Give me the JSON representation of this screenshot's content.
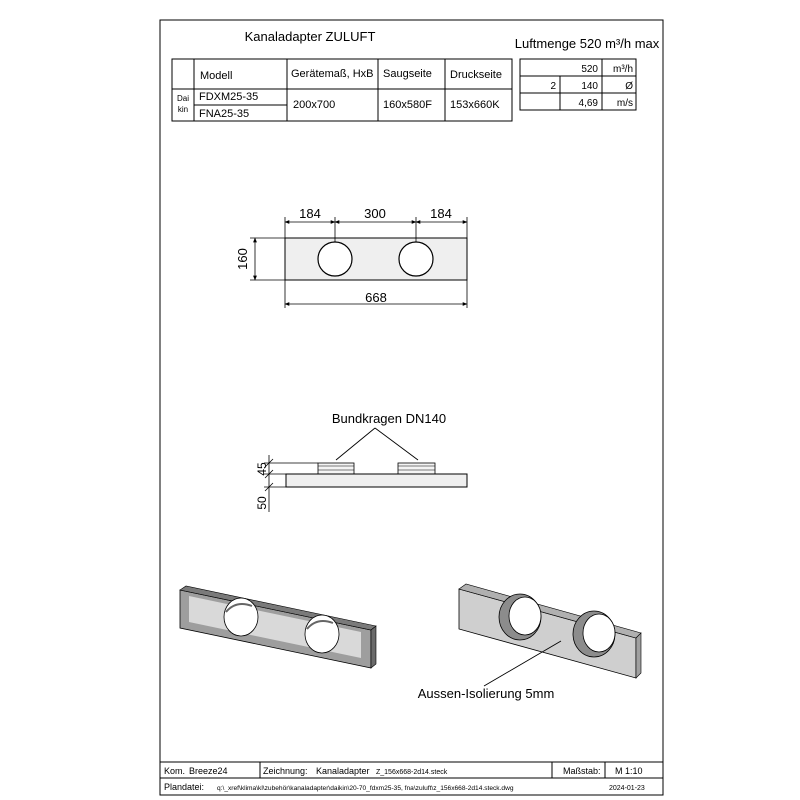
{
  "header": {
    "title": "Kanaladapter ZULUFT",
    "airflow_label": "Luftmenge 520 m³/h max"
  },
  "model_table": {
    "headers": [
      "Modell",
      "Gerätemaß, HxB",
      "Saugseite",
      "Druckseite"
    ],
    "brand_line1": "Dai",
    "brand_line2": "kin",
    "models": [
      "FDXM25-35",
      "FNA25-35"
    ],
    "dimension": "200x700",
    "suction": "160x580F",
    "pressure": "153x660K"
  },
  "calc_table": {
    "rows": [
      {
        "count": "",
        "value": "520",
        "unit": "m³/h"
      },
      {
        "count": "2",
        "value": "140",
        "unit": "Ø"
      },
      {
        "count": "",
        "value": "4,69",
        "unit": "m/s"
      }
    ]
  },
  "top_view": {
    "dim_left": "184",
    "dim_middle": "300",
    "dim_right": "184",
    "dim_height": "160",
    "dim_width": "668"
  },
  "side_view": {
    "collar_label": "Bundkragen  DN140",
    "dim_collar": "45",
    "dim_plate": "50"
  },
  "iso_view": {
    "insulation_label": "Aussen-Isolierung 5mm"
  },
  "title_block": {
    "kom_label": "Kom.",
    "kom_value": "Breeze24",
    "zeichnung_label": "Zeichnung:",
    "zeichnung_value": "Kanaladapter",
    "file_short": "Z_156x668-2d14.steck",
    "massstab_label": "Maßstab:",
    "massstab_value": "M 1:10",
    "plandatei_label": "Plandatei:",
    "plandatei_value": "q:\\_xref\\klima\\kl\\zubehör\\kanaladapter\\daikin\\20-70_fdxm25-35, fna\\zuluft\\z_156x668-2d14.steck.dwg",
    "date": "2024-01-23"
  }
}
